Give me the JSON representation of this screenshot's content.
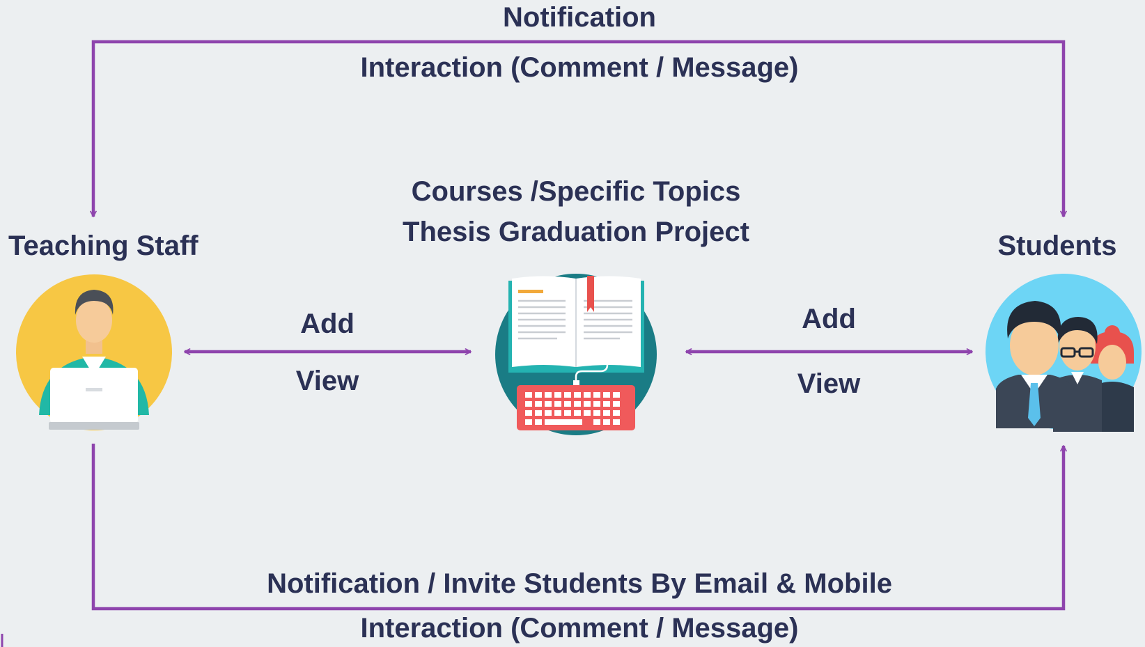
{
  "colors": {
    "background": "#ECEFF1",
    "connector": "#8E44AD",
    "text": "#2B3155",
    "staff_circle": "#F7C744",
    "students_circle": "#6DD5F5",
    "center_circle": "#1A7C85",
    "keyboard": "#F05A5B"
  },
  "top_flow": {
    "notification": "Notification",
    "interaction": "Interaction (Comment / Message)"
  },
  "bottom_flow": {
    "notification": "Notification / Invite Students By Email & Mobile",
    "interaction": "Interaction (Comment / Message)"
  },
  "center": {
    "title_line1": "Courses /Specific Topics",
    "title_line2": "Thesis Graduation Project",
    "icon": "book-keyboard-icon"
  },
  "staff": {
    "label": "Teaching Staff",
    "icon": "teacher-laptop-icon",
    "actions": {
      "add": "Add",
      "view": "View"
    }
  },
  "students": {
    "label": "Students",
    "icon": "students-group-icon",
    "actions": {
      "add": "Add",
      "view": "View"
    }
  }
}
